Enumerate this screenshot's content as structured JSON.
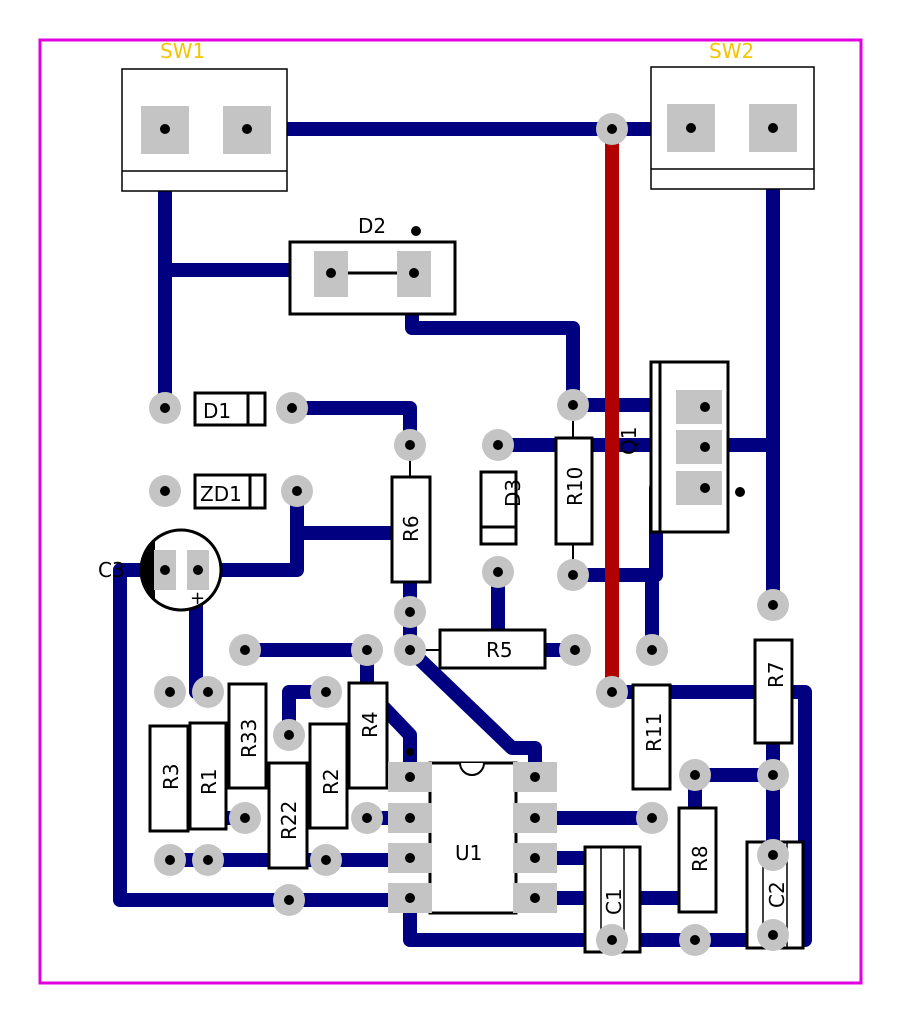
{
  "board": {
    "border_color": "#e000e0",
    "trace_color": "#000080",
    "jumper_color": "#b00000",
    "pad_color": "#c4c4c4",
    "label_color": "#f5c400"
  },
  "labels": {
    "sw1": "SW1",
    "sw2": "SW2",
    "d2": "D2",
    "d1": "D1",
    "zd1": "ZD1",
    "c3": "C3",
    "d3": "D3",
    "r10": "R10",
    "q1": "Q1",
    "r6": "R6",
    "r5": "R5",
    "r3": "R3",
    "r1": "R1",
    "r33": "R33",
    "r22": "R22",
    "r2": "R2",
    "r4": "R4",
    "u1": "U1",
    "r11": "R11",
    "r7": "R7",
    "r8": "R8",
    "c1": "C1",
    "c2": "C2"
  }
}
